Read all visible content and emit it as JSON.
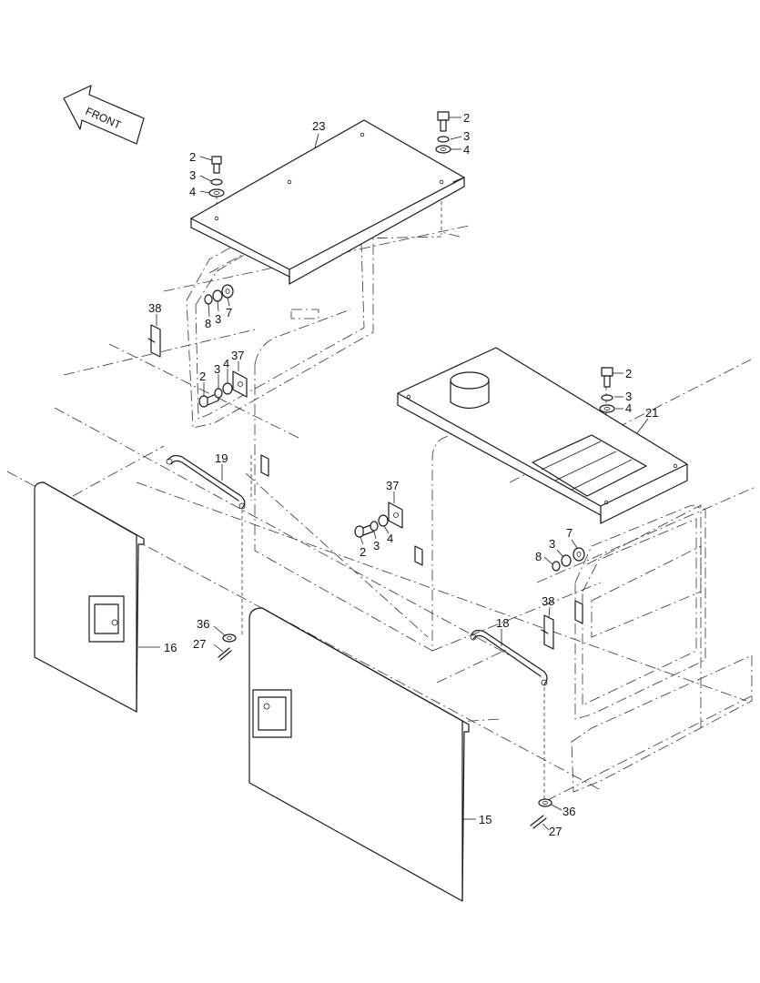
{
  "front_arrow": {
    "label": "FRONT"
  },
  "callouts": [
    {
      "id": "c23",
      "text": "23"
    },
    {
      "id": "c2a",
      "text": "2"
    },
    {
      "id": "c3a",
      "text": "3"
    },
    {
      "id": "c4a",
      "text": "4"
    },
    {
      "id": "c2b",
      "text": "2"
    },
    {
      "id": "c3b",
      "text": "3"
    },
    {
      "id": "c4b",
      "text": "4"
    },
    {
      "id": "c38a",
      "text": "38"
    },
    {
      "id": "c8a",
      "text": "8"
    },
    {
      "id": "c3c",
      "text": "3"
    },
    {
      "id": "c7a",
      "text": "7"
    },
    {
      "id": "c2c",
      "text": "2"
    },
    {
      "id": "c3d",
      "text": "3"
    },
    {
      "id": "c4c",
      "text": "4"
    },
    {
      "id": "c37a",
      "text": "37"
    },
    {
      "id": "c19",
      "text": "19"
    },
    {
      "id": "c2d",
      "text": "2"
    },
    {
      "id": "c3e",
      "text": "3"
    },
    {
      "id": "c4d",
      "text": "4"
    },
    {
      "id": "c21",
      "text": "21"
    },
    {
      "id": "c37b",
      "text": "37"
    },
    {
      "id": "c2e",
      "text": "2"
    },
    {
      "id": "c3f",
      "text": "3"
    },
    {
      "id": "c4e",
      "text": "4"
    },
    {
      "id": "c7b",
      "text": "7"
    },
    {
      "id": "c3g",
      "text": "3"
    },
    {
      "id": "c8b",
      "text": "8"
    },
    {
      "id": "c38b",
      "text": "38"
    },
    {
      "id": "c18",
      "text": "18"
    },
    {
      "id": "c16",
      "text": "16"
    },
    {
      "id": "c36a",
      "text": "36"
    },
    {
      "id": "c27a",
      "text": "27"
    },
    {
      "id": "c15",
      "text": "15"
    },
    {
      "id": "c36b",
      "text": "36"
    },
    {
      "id": "c27b",
      "text": "27"
    }
  ]
}
